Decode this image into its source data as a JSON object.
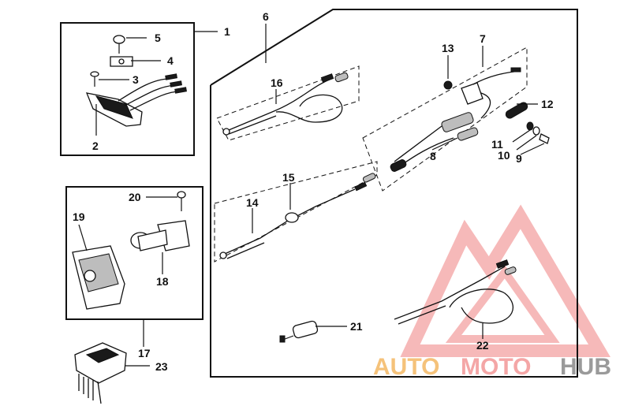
{
  "callouts": {
    "n1": "1",
    "n2": "2",
    "n3": "3",
    "n4": "4",
    "n5": "5",
    "n6": "6",
    "n7": "7",
    "n8": "8",
    "n9": "9",
    "n10": "10",
    "n11": "11",
    "n12": "12",
    "n13": "13",
    "n14": "14",
    "n15": "15",
    "n16": "16",
    "n17": "17",
    "n18": "18",
    "n19": "19",
    "n20": "20",
    "n21": "21",
    "n22": "22",
    "n23": "23"
  },
  "watermark": {
    "part1": "AUTO",
    "part2": "MOTO",
    "part3": "HUB",
    "color_auto": "#f5c27a",
    "color_moto": "#f4a6a6",
    "color_hub": "#9a9a9a",
    "triangle_color": "#f08080"
  }
}
